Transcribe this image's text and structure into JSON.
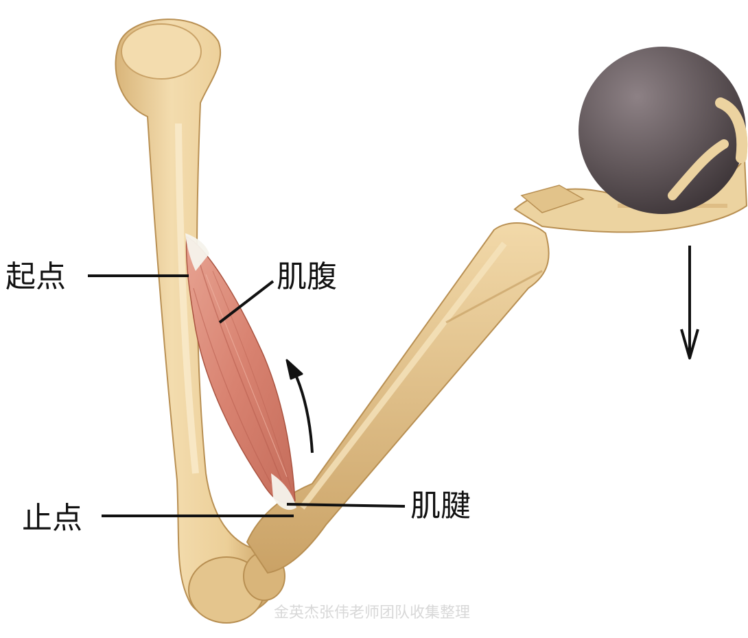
{
  "labels": {
    "origin": "起点",
    "muscle_belly": "肌腹",
    "insertion": "止点",
    "tendon": "肌腱"
  },
  "watermark": "金英杰张伟老师团队收集整理",
  "colors": {
    "bone": "#ecd3a0",
    "bone_shade": "#cfa96b",
    "bone_outline": "#b88f52",
    "muscle": "#d98a78",
    "muscle_dark": "#b85e4e",
    "tendon": "#f2f0ea",
    "ball": "#5f5558",
    "ball_highlight": "#8d8185",
    "ink": "#111111"
  },
  "icons": [
    "upward-curved-arrow",
    "downward-arrow"
  ]
}
